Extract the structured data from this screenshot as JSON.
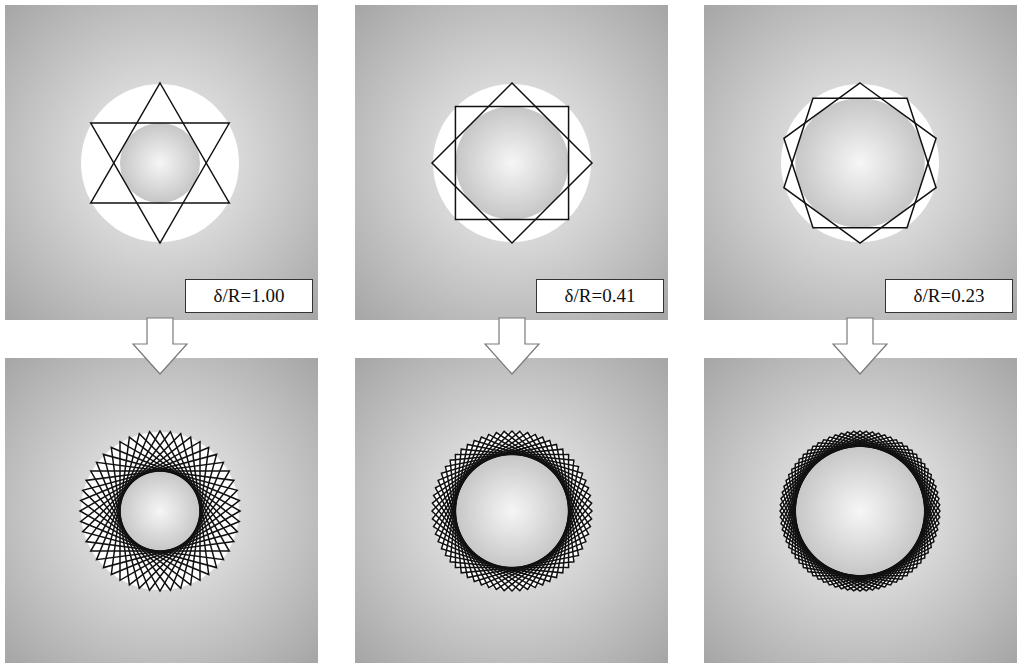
{
  "diagram": {
    "nodes": [
      {
        "text": [
          "δ/R=1.00"
        ]
      },
      {
        "text": [
          "δ/R=0.41"
        ]
      },
      {
        "text": [
          "δ/R=0.23"
        ]
      }
    ]
  }
}
